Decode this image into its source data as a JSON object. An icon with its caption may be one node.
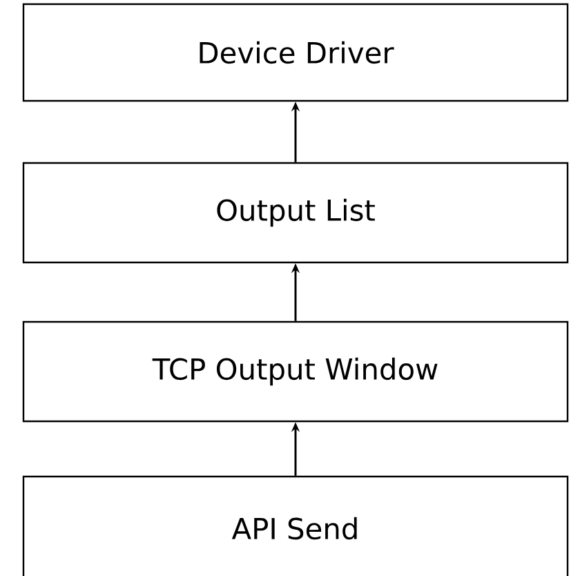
{
  "diagram": {
    "nodes": [
      {
        "text": [
          "Device Driver"
        ]
      },
      {
        "text": [
          "Output List"
        ]
      },
      {
        "text": [
          "TCP Output Window"
        ]
      },
      {
        "text": [
          "API Send"
        ]
      }
    ],
    "edges": [
      {
        "from": 1,
        "to": 0,
        "arrow": "to"
      },
      {
        "from": 2,
        "to": 1,
        "arrow": "to"
      },
      {
        "from": 3,
        "to": 2,
        "arrow": "to"
      }
    ]
  }
}
